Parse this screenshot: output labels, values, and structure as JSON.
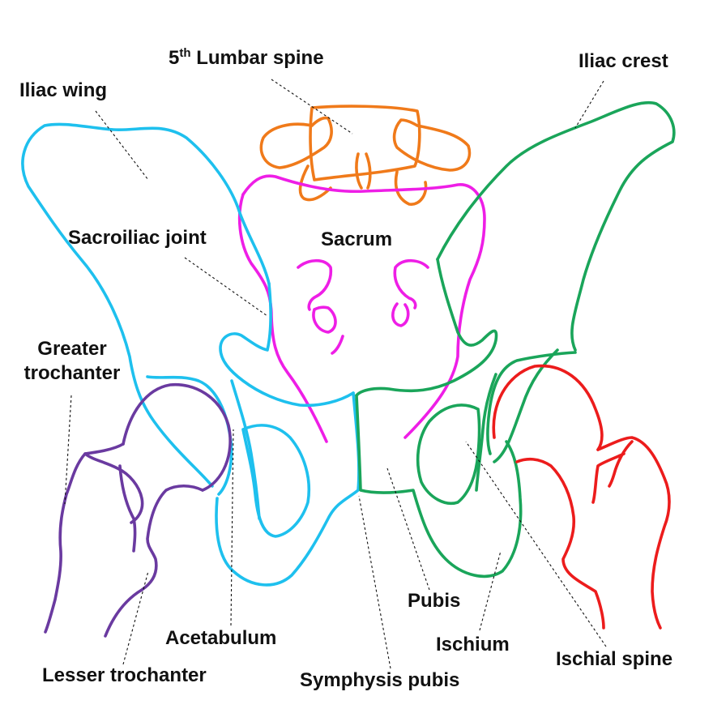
{
  "labels": {
    "lumbar_spine_prefix": "5",
    "lumbar_spine_sup": "th",
    "lumbar_spine_rest": " Lumbar spine",
    "iliac_crest": "Iliac crest",
    "iliac_wing": "Iliac wing",
    "sacroiliac_joint": "Sacroiliac joint",
    "sacrum": "Sacrum",
    "greater_trochanter_line1": "Greater",
    "greater_trochanter_line2": "trochanter",
    "pubis": "Pubis",
    "acetabulum": "Acetabulum",
    "ischium": "Ischium",
    "ischial_spine": "Ischial spine",
    "lesser_trochanter": "Lesser trochanter",
    "symphysis_pubis": "Symphysis pubis"
  },
  "colors": {
    "lumbar_spine": "#f07a1a",
    "sacrum": "#ee1ee6",
    "right_ilium": "#1ec0ee",
    "left_ilium": "#1aa55a",
    "right_femur": "#6a3aa0",
    "left_femur": "#ec1c1c",
    "text": "#111111"
  }
}
